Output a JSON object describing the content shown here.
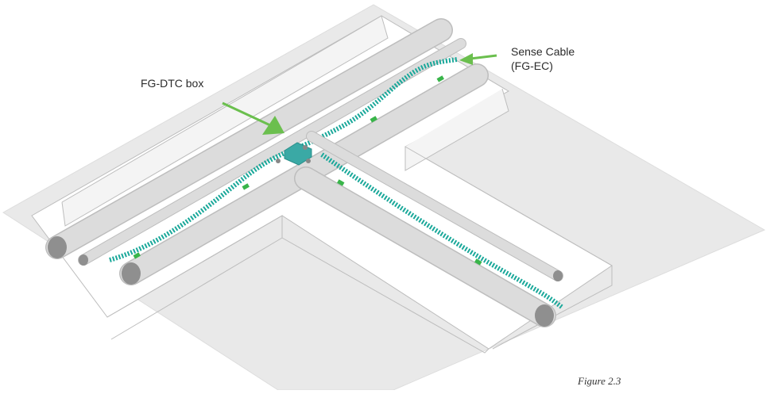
{
  "labels": {
    "box": "FG-DTC box",
    "cable_line1": "Sense Cable",
    "cable_line2": "(FG-EC)",
    "figure": "Figure 2.3"
  },
  "colors": {
    "floor": "#e9e9e9",
    "trench": "#ffffff",
    "pipe": "#d9d9d9",
    "pipe_end": "#8f8f8f",
    "cable": "#1aa89a",
    "clip": "#39b54a",
    "arrow": "#6bbf4e",
    "box": "#3aa9a5"
  }
}
